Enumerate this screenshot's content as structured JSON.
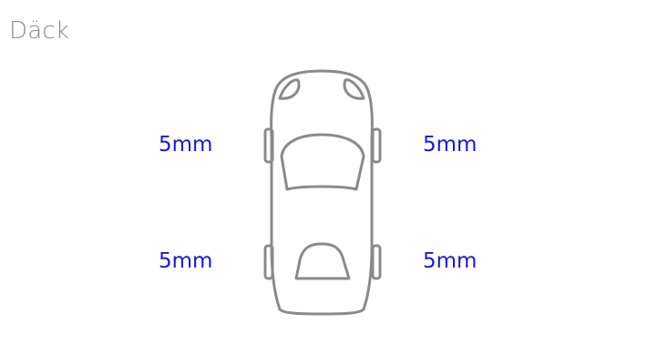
{
  "title": "Däck",
  "colors": {
    "title": "#888888",
    "tire_value": "#1a1ad6",
    "car_outline": "#8a8a8a"
  },
  "car_icon": "car-top-view-icon",
  "tires": {
    "front_left": "5mm",
    "front_right": "5mm",
    "rear_left": "5mm",
    "rear_right": "5mm"
  }
}
